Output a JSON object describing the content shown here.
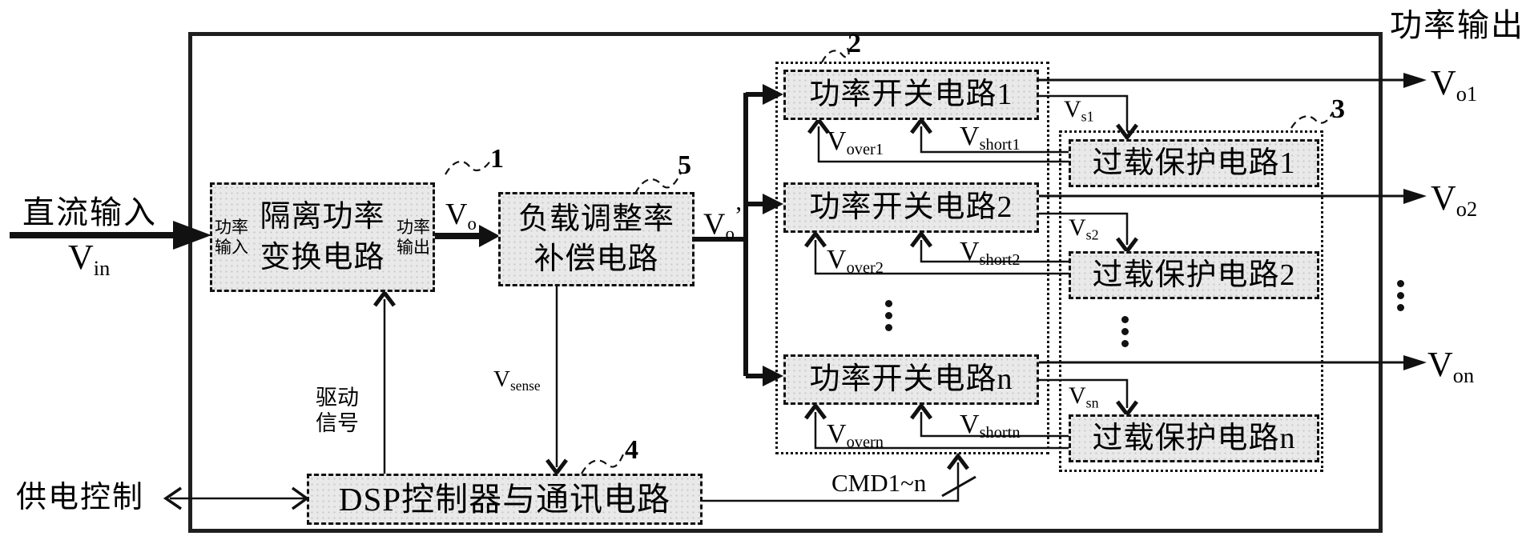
{
  "colors": {
    "ink": "#111111",
    "frame": "#1f1f1f",
    "box_fill": "#e9e9e9"
  },
  "external": {
    "dc_input_label": "直流输入",
    "vin": {
      "main": "V",
      "sub": "in"
    },
    "supply_control_label": "供电控制",
    "power_output_label": "功率输出",
    "outputs": [
      {
        "main": "V",
        "sub": "o1"
      },
      {
        "main": "V",
        "sub": "o2"
      },
      {
        "main": "V",
        "sub": "on"
      }
    ]
  },
  "blocks": {
    "isolated_converter": {
      "ref": "1",
      "input_port": "功率\n输入",
      "title": "隔离功率\n变换电路",
      "output_port": "功率\n输出"
    },
    "load_regulation": {
      "ref": "5",
      "title": "负载调整率\n补偿电路"
    },
    "power_switch_group": {
      "ref": "2",
      "items": [
        {
          "title": "功率开关电路1"
        },
        {
          "title": "功率开关电路2"
        },
        {
          "title": "功率开关电路n"
        }
      ]
    },
    "overload_protection_group": {
      "ref": "3",
      "items": [
        {
          "title": "过载保护电路1"
        },
        {
          "title": "过载保护电路2"
        },
        {
          "title": "过载保护电路n"
        }
      ]
    },
    "dsp": {
      "ref": "4",
      "title": "DSP控制器与通讯电路"
    }
  },
  "signals": {
    "vo": {
      "main": "V",
      "sub": "o"
    },
    "vo_prime": {
      "main": "V",
      "sub": "o",
      "prime": "’"
    },
    "drive": "驱动\n信号",
    "vsense": {
      "main": "V",
      "sub": "sense"
    },
    "cmd": "CMD1~n",
    "vs": [
      {
        "main": "V",
        "sub": "s1"
      },
      {
        "main": "V",
        "sub": "s2"
      },
      {
        "main": "V",
        "sub": "sn"
      }
    ],
    "vover": [
      {
        "main": "V",
        "sub": "over1"
      },
      {
        "main": "V",
        "sub": "over2"
      },
      {
        "main": "V",
        "sub": "overn"
      }
    ],
    "vshort": [
      {
        "main": "V",
        "sub": "short1"
      },
      {
        "main": "V",
        "sub": "short2"
      },
      {
        "main": "V",
        "sub": "shortn"
      }
    ]
  }
}
